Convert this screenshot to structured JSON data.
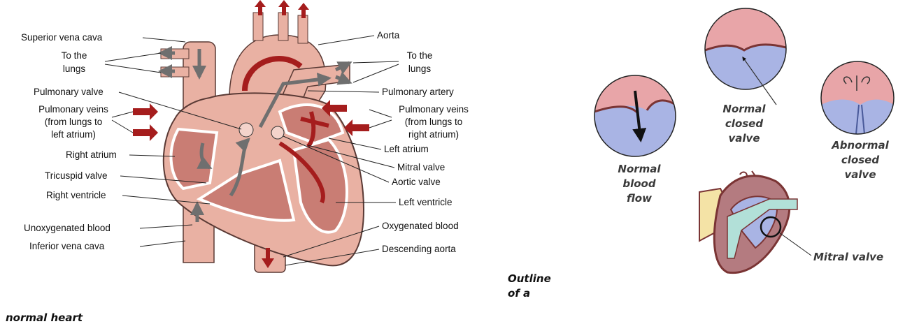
{
  "heart_labels": {
    "superior_vena_cava": "Superior vena cava",
    "to_lungs_left_1": "To the",
    "to_lungs_left_2": "lungs",
    "pulmonary_valve": "Pulmonary valve",
    "pulmonary_veins_left_1": "Pulmonary veins",
    "pulmonary_veins_left_2": "(from lungs to",
    "pulmonary_veins_left_3": "left atrium)",
    "right_atrium": "Right atrium",
    "tricuspid_valve": "Tricuspid valve",
    "right_ventricle": "Right ventricle",
    "unoxygenated_blood": "Unoxygenated blood",
    "inferior_vena_cava": "Inferior vena cava",
    "aorta": "Aorta",
    "to_lungs_right_1": "To the",
    "to_lungs_right_2": "lungs",
    "pulmonary_artery": "Pulmonary artery",
    "pulmonary_veins_right_1": "Pulmonary veins",
    "pulmonary_veins_right_2": "(from lungs to",
    "pulmonary_veins_right_3": "right atrium)",
    "left_atrium": "Left atrium",
    "mitral_valve": "Mitral valve",
    "aortic_valve": "Aortic valve",
    "left_ventricle": "Left ventricle",
    "oxygenated_blood": "Oxygenated blood",
    "descending_aorta": "Descending aorta"
  },
  "valve_labels": {
    "normal_blood_flow_1": "Normal",
    "normal_blood_flow_2": "blood",
    "normal_blood_flow_3": "flow",
    "normal_closed_1": "Normal",
    "normal_closed_2": "closed",
    "normal_closed_3": "valve",
    "abnormal_closed_1": "Abnormal",
    "abnormal_closed_2": "closed",
    "abnormal_closed_3": "valve",
    "mitral_valve": "Mitral valve"
  },
  "caption": {
    "line1": "Outline",
    "line2": "of a",
    "line3": "normal heart"
  },
  "colors": {
    "heart_tissue": "#e9b1a3",
    "heart_dark": "#c97d74",
    "blood_arrow": "#a51d1d",
    "valve_pink": "#e8a5a8",
    "valve_blue": "#a9b4e4"
  }
}
